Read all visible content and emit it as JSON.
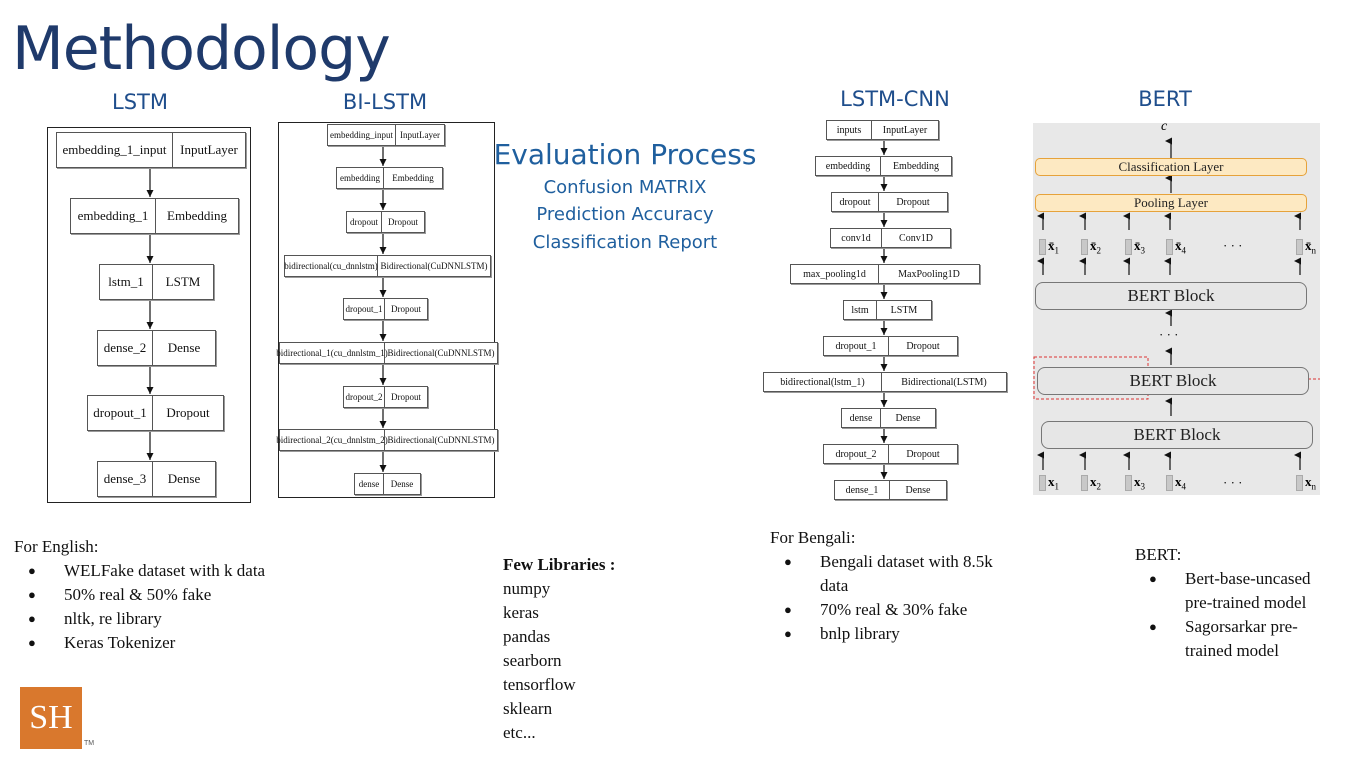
{
  "title": "Methodology",
  "lstm": {
    "heading": "LSTM",
    "nodes": [
      {
        "name": "embedding_1_input",
        "type": "InputLayer"
      },
      {
        "name": "embedding_1",
        "type": "Embedding"
      },
      {
        "name": "lstm_1",
        "type": "LSTM"
      },
      {
        "name": "dense_2",
        "type": "Dense"
      },
      {
        "name": "dropout_1",
        "type": "Dropout"
      },
      {
        "name": "dense_3",
        "type": "Dense"
      }
    ]
  },
  "bilstm": {
    "heading": "BI-LSTM",
    "nodes": [
      {
        "name": "embedding_input",
        "type": "InputLayer"
      },
      {
        "name": "embedding",
        "type": "Embedding"
      },
      {
        "name": "dropout",
        "type": "Dropout"
      },
      {
        "name": "bidirectional(cu_dnnlstm)",
        "type": "Bidirectional(CuDNNLSTM)"
      },
      {
        "name": "dropout_1",
        "type": "Dropout"
      },
      {
        "name": "bidirectional_1(cu_dnnlstm_1)",
        "type": "Bidirectional(CuDNNLSTM)"
      },
      {
        "name": "dropout_2",
        "type": "Dropout"
      },
      {
        "name": "bidirectional_2(cu_dnnlstm_2)",
        "type": "Bidirectional(CuDNNLSTM)"
      },
      {
        "name": "dense",
        "type": "Dense"
      }
    ]
  },
  "evaluation": {
    "title": "Evaluation Process",
    "items": [
      "Confusion MATRIX",
      "Prediction Accuracy",
      "Classification Report"
    ]
  },
  "lstmcnn": {
    "heading": "LSTM-CNN",
    "nodes": [
      {
        "name": "inputs",
        "type": "InputLayer"
      },
      {
        "name": "embedding",
        "type": "Embedding"
      },
      {
        "name": "dropout",
        "type": "Dropout"
      },
      {
        "name": "conv1d",
        "type": "Conv1D"
      },
      {
        "name": "max_pooling1d",
        "type": "MaxPooling1D"
      },
      {
        "name": "lstm",
        "type": "LSTM"
      },
      {
        "name": "dropout_1",
        "type": "Dropout"
      },
      {
        "name": "bidirectional(lstm_1)",
        "type": "Bidirectional(LSTM)"
      },
      {
        "name": "dense",
        "type": "Dense"
      },
      {
        "name": "dropout_2",
        "type": "Dropout"
      },
      {
        "name": "dense_1",
        "type": "Dense"
      }
    ]
  },
  "bert": {
    "heading": "BERT",
    "output_symbol": "c",
    "classification_layer": "Classification Layer",
    "pooling_layer": "Pooling Layer",
    "block_label": "BERT Block",
    "ellipsis": "· · ·",
    "vdots": "· · ·",
    "xbar": [
      "x̄",
      "x̄",
      "x̄",
      "x̄",
      "x̄"
    ],
    "xbar_sub": [
      "1",
      "2",
      "3",
      "4",
      "n"
    ],
    "x": [
      "x",
      "x",
      "x",
      "x",
      "x"
    ],
    "x_sub": [
      "1",
      "2",
      "3",
      "4",
      "n"
    ]
  },
  "english": {
    "heading": "For English:",
    "items": [
      "WELFake dataset with k data",
      "50% real & 50% fake",
      " nltk, re  library",
      "Keras Tokenizer"
    ]
  },
  "libraries": {
    "heading": "Few Libraries :",
    "items": [
      "numpy",
      "keras",
      "pandas",
      "searborn",
      "tensorflow",
      "sklearn",
      "etc..."
    ]
  },
  "bengali": {
    "heading": "For Bengali:",
    "items": [
      "Bengali dataset with 8.5k data",
      "70% real & 30% fake",
      " bnlp library"
    ]
  },
  "bert_notes": {
    "heading": "BERT:",
    "items": [
      "Bert-base-uncased pre-trained model",
      "Sagorsarkar pre-trained model"
    ]
  },
  "logo": {
    "text": "SH",
    "tm": "TM"
  },
  "colors": {
    "title": "#1f3a6b",
    "heading": "#1f4e8c",
    "accent_orange": "#d9782d",
    "layer_fill": "#fde9c2"
  }
}
